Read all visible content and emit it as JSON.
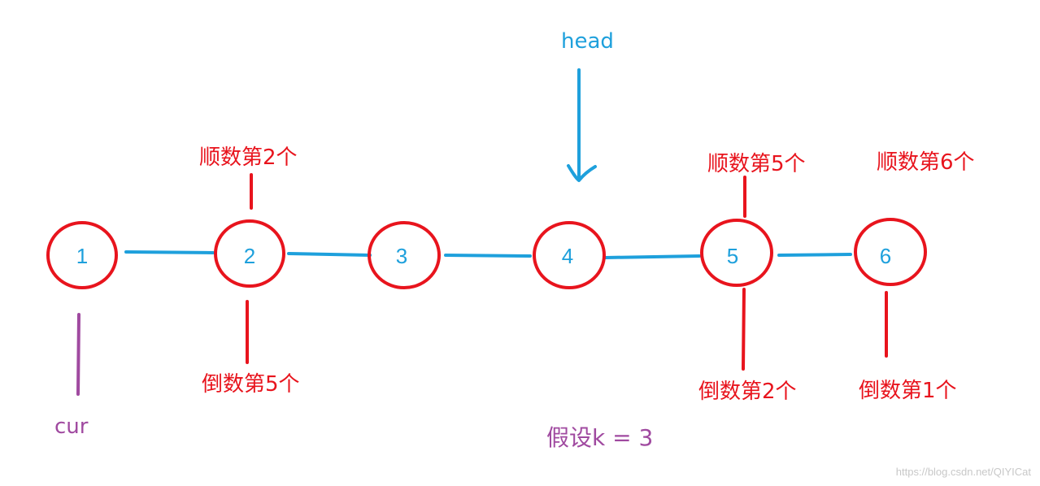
{
  "colors": {
    "node_outline": "#e8141d",
    "node_text": "#1ea0dc",
    "link": "#1ea0dc",
    "label_red": "#e8141d",
    "cur": "#a04aa0",
    "watermark": "#c8c8c8"
  },
  "nodes": [
    {
      "label": "1"
    },
    {
      "label": "2"
    },
    {
      "label": "3"
    },
    {
      "label": "4"
    },
    {
      "label": "5"
    },
    {
      "label": "6"
    }
  ],
  "labels": {
    "forward_2": "顺数第2个",
    "backward_5": "倒数第5个",
    "forward_5": "顺数第5个",
    "backward_2": "倒数第2个",
    "forward_6": "顺数第6个",
    "backward_1": "倒数第1个"
  },
  "pointers": {
    "head": "head",
    "cur": "cur"
  },
  "assumption": "假设k = 3",
  "watermark": "https://blog.csdn.net/QIYICat"
}
